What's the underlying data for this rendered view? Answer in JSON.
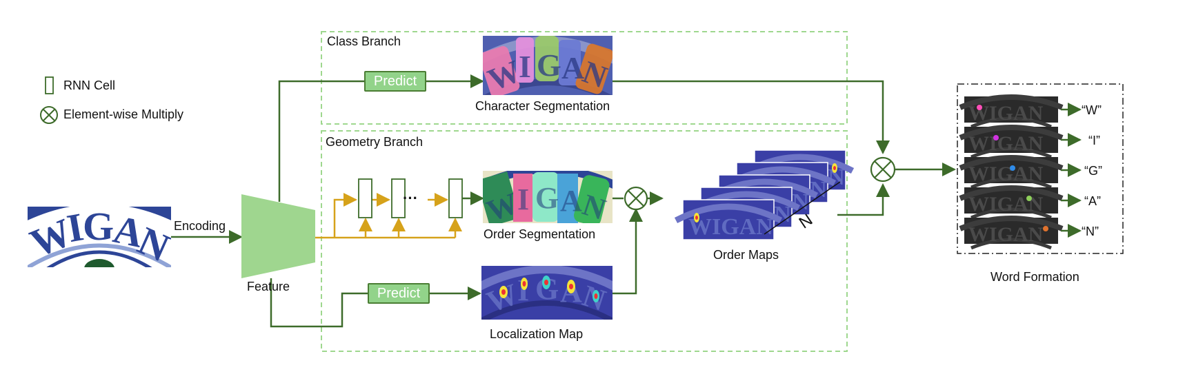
{
  "legend": {
    "rnn_cell": "RNN Cell",
    "element_wise_multiply": "Element-wise Multiply"
  },
  "input": {
    "word": "WIGAN",
    "encoding_label": "Encoding",
    "feature_label": "Feature"
  },
  "class_branch": {
    "title": "Class Branch",
    "predict_label": "Predict",
    "output_label": "Character Segmentation"
  },
  "geometry_branch": {
    "title": "Geometry Branch",
    "ellipsis": "···",
    "order_segmentation_label": "Order Segmentation",
    "predict_label": "Predict",
    "localization_label": "Localization Map",
    "order_maps_label": "Order Maps",
    "n_label": "N"
  },
  "word_formation": {
    "title": "Word Formation",
    "outputs": [
      "“W”",
      "“I”",
      "“G”",
      "“A”",
      "“N”"
    ]
  },
  "colors": {
    "arrow_green": "#3d6b2a",
    "rnn_orange": "#d6a21a",
    "box_dashed": "#9ed78e",
    "predict_fill": "#92d38a",
    "navy": "#2d4597",
    "feature_fill": "#9fd68f"
  }
}
